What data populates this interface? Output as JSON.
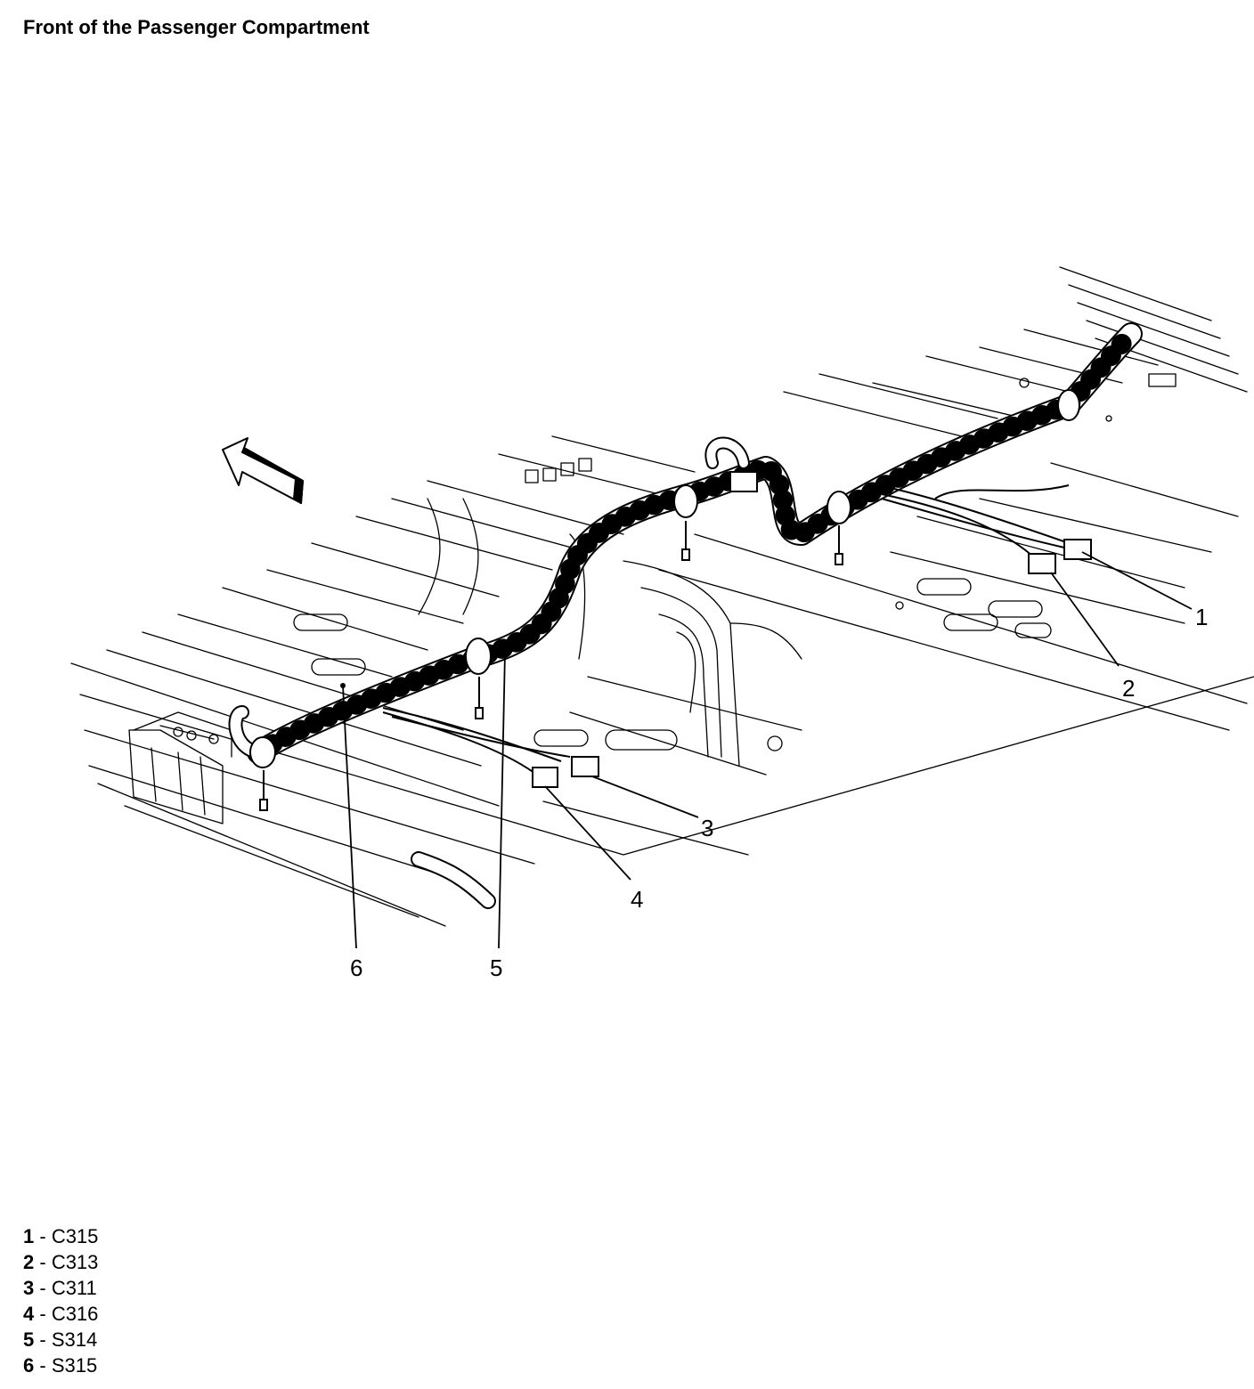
{
  "title": "Front of the Passenger Compartment",
  "callouts": [
    "1",
    "2",
    "3",
    "4",
    "5",
    "6"
  ],
  "legend": [
    {
      "num": "1",
      "sep": " - ",
      "code": "C315"
    },
    {
      "num": "2",
      "sep": " - ",
      "code": "C313"
    },
    {
      "num": "3",
      "sep": " - ",
      "code": "C311"
    },
    {
      "num": "4",
      "sep": " - ",
      "code": "C316"
    },
    {
      "num": "5",
      "sep": " - ",
      "code": "S314"
    },
    {
      "num": "6",
      "sep": " - ",
      "code": "S315"
    }
  ]
}
